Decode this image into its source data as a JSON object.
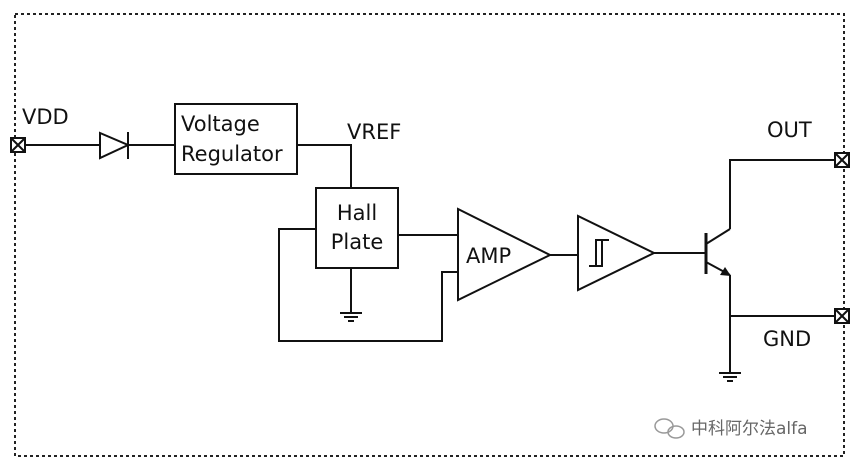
{
  "pins": {
    "vdd": "VDD",
    "vref": "VREF",
    "out": "OUT",
    "gnd": "GND"
  },
  "blocks": {
    "regulator": [
      "Voltage",
      "Regulator"
    ],
    "hall_plate": [
      "Hall",
      "Plate"
    ],
    "amp": "AMP"
  },
  "watermark": "中科阿尔法alfa"
}
